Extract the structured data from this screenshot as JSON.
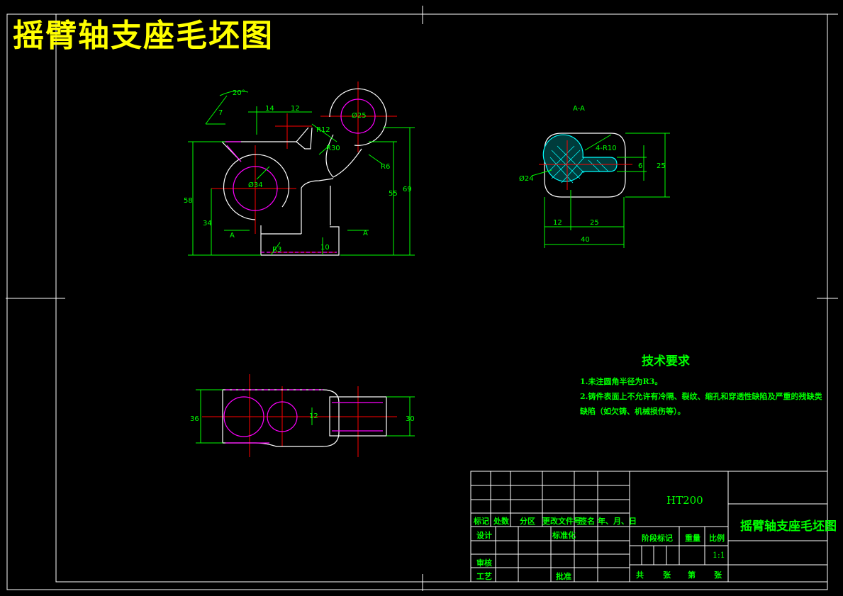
{
  "title": "摇臂轴支座毛坯图",
  "section_label": "A-A",
  "cut_marks": [
    "A",
    "A"
  ],
  "dimensions": {
    "front": [
      "20°",
      "7",
      "14",
      "12",
      "Ø25",
      "R12",
      "R30",
      "R6",
      "Ø34",
      "58",
      "34",
      "R3",
      "10",
      "55",
      "69"
    ],
    "section": [
      "4-R10",
      "Ø24",
      "12",
      "25",
      "40",
      "6",
      "25"
    ],
    "top": [
      "36",
      "12",
      "30"
    ]
  },
  "tech_requirements": {
    "title": "技术要求",
    "lines": [
      "1.未注圆角半径为R3。",
      "2.铸件表面上不允许有冷隔、裂纹、缩孔和穿透性缺陷及严重的残缺类",
      "缺陷（如欠铸、机械损伤等）。"
    ]
  },
  "title_block": {
    "material": "HT200",
    "part_name": "摇臂轴支座毛坯图",
    "headers": [
      "标记",
      "处数",
      "分区",
      "更改文件号",
      "签名",
      "年、月、日"
    ],
    "roles": [
      "设计",
      "标准化",
      "审核",
      "工艺",
      "批准"
    ],
    "stage_label": "阶段标记",
    "weight_label": "重量",
    "scale_label": "比例",
    "scale": "1:1",
    "sheet_labels": [
      "共",
      "张",
      "第",
      "张"
    ]
  },
  "colors": {
    "frame": "#ffffff",
    "dimension": "#00ff00",
    "centerline": "#ff0000",
    "hidden": "#ff00ff",
    "hatch": "#00ffff",
    "title": "#ffff00"
  }
}
